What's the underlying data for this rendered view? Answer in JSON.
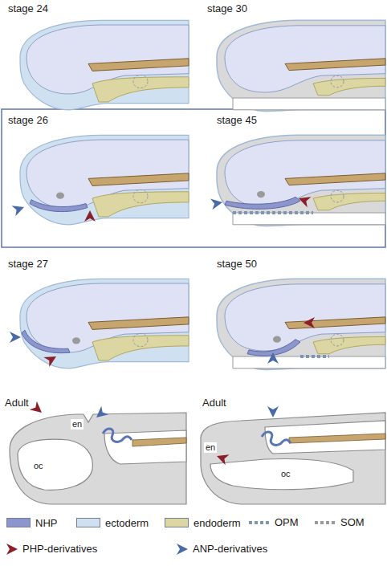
{
  "diagram": {
    "labels": [
      "stage 24",
      "stage 30",
      "stage 26",
      "stage 45",
      "stage 27",
      "stage 50",
      "Adult",
      "en",
      "oc",
      "Adult",
      "en",
      "oc"
    ],
    "legend": [
      {
        "text": "NHP",
        "color": "#8c95cc"
      },
      {
        "text": "ectoderm",
        "color": "#cfe1f0"
      },
      {
        "text": "endoderm",
        "color": "#dcd7a2"
      },
      {
        "text": "OPM"
      },
      {
        "text": "SOM"
      },
      {
        "text": "PHP-derivatives"
      },
      {
        "text": "ANP-derivatives"
      }
    ]
  }
}
